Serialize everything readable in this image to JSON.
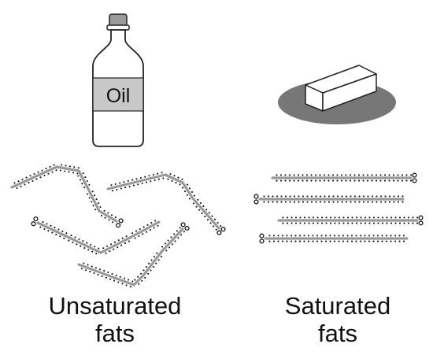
{
  "oil_bottle": {
    "label": "Oil",
    "colors": {
      "glass": "#ffffff",
      "cap": "#9a9a9a",
      "label_band": "#c8c8c8",
      "outline": "#222222"
    }
  },
  "butter": {
    "colors": {
      "plate": "#777777",
      "block": "#ffffff",
      "outline": "#222222"
    }
  },
  "unsaturated": {
    "caption_line1": "Unsaturated",
    "caption_line2": "fats"
  },
  "saturated": {
    "caption_line1": "Saturated",
    "caption_line2": "fats"
  },
  "chain_colors": {
    "backbone": "#999999",
    "atoms": "#111111"
  }
}
